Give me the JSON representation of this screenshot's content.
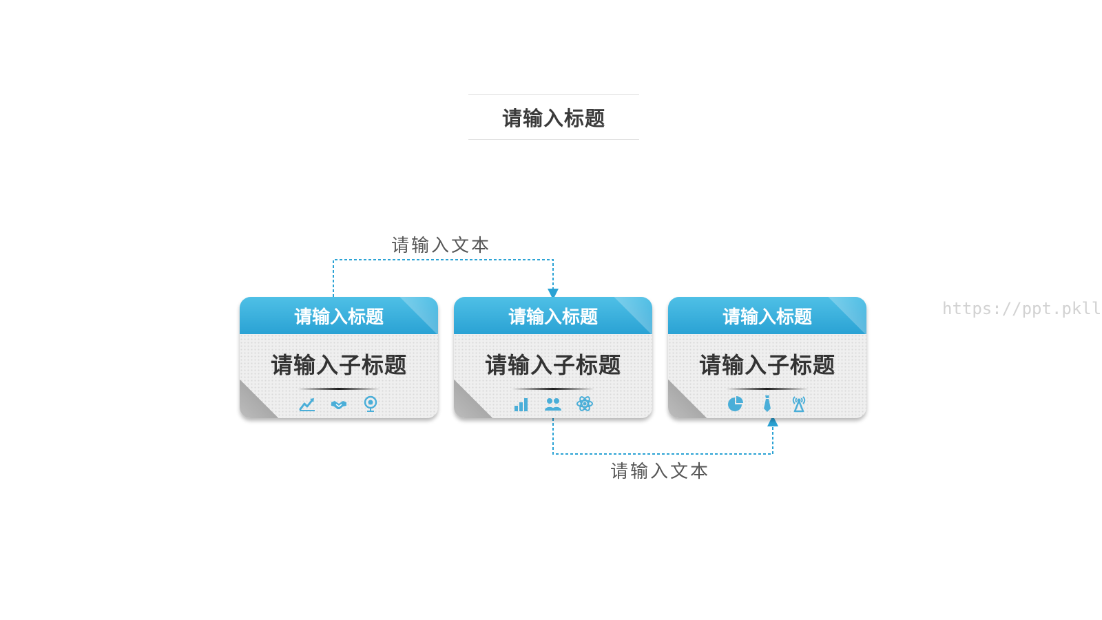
{
  "page": {
    "title": "请输入标题"
  },
  "connectors": {
    "top_label": "请输入文本",
    "bottom_label": "请输入文本",
    "color": "#2aa2d4"
  },
  "cards": [
    {
      "title": "请输入标题",
      "subtitle": "请输入子标题",
      "icons": [
        "line-chart-icon",
        "handshake-icon",
        "globe-icon"
      ]
    },
    {
      "title": "请输入标题",
      "subtitle": "请输入子标题",
      "icons": [
        "bar-chart-icon",
        "team-icon",
        "atom-icon"
      ]
    },
    {
      "title": "请输入标题",
      "subtitle": "请输入子标题",
      "icons": [
        "pie-chart-icon",
        "tie-icon",
        "antenna-icon"
      ]
    }
  ],
  "watermark": "https://ppt.pkll.de",
  "colors": {
    "accent": "#2aa2d4",
    "accent_light": "#4fc0e6",
    "icon": "#4aaed8",
    "text_dark": "#333333"
  }
}
